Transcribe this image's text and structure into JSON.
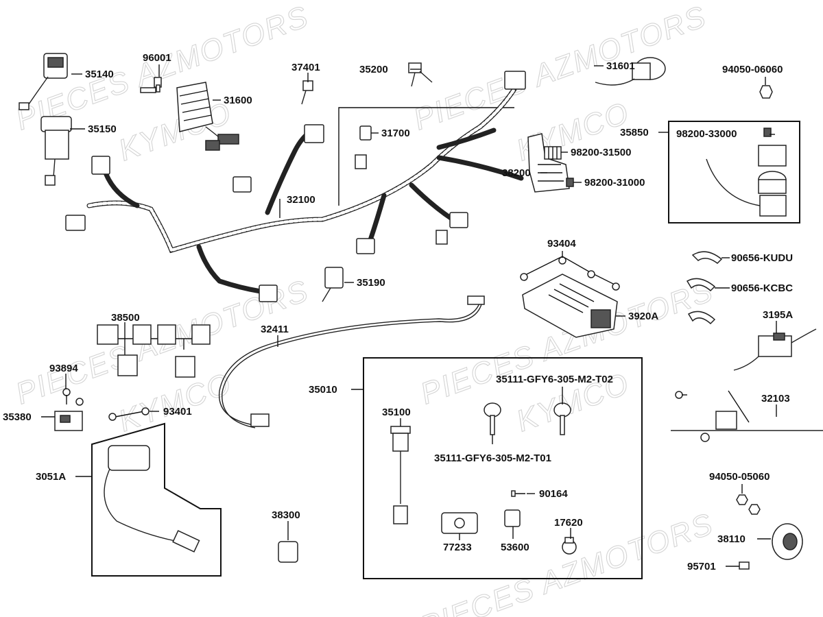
{
  "watermarks": [
    "PIECES AZMOTORS",
    "KYMCO"
  ],
  "labels": {
    "p35140": "35140",
    "p96001": "96001",
    "p37401": "37401",
    "p35200": "35200",
    "p31601": "31601",
    "p94050_06060": "94050-06060",
    "p31600": "31600",
    "p35150": "35150",
    "p31700": "31700",
    "p35850": "35850",
    "p98200_33000": "98200-33000",
    "p98200_31500": "98200-31500",
    "p38200": "38200",
    "p98200_31000": "98200-31000",
    "p32100": "32100",
    "p93404": "93404",
    "p90656_kudu": "90656-KUDU",
    "p35190": "35190",
    "p90656_kcbc": "90656-KCBC",
    "p3920a": "3920A",
    "p38500": "38500",
    "p32411": "32411",
    "p3195a": "3195A",
    "p93894": "93894",
    "p35010": "35010",
    "p35111_t02": "35111-GFY6-305-M2-T02",
    "p32103": "32103",
    "p35380": "35380",
    "p93401": "93401",
    "p35100": "35100",
    "p35111_t01": "35111-GFY6-305-M2-T01",
    "p3051a": "3051A",
    "p94050_05060": "94050-05060",
    "p90164": "90164",
    "p38300": "38300",
    "p17620": "17620",
    "p38110": "38110",
    "p77233": "77233",
    "p53600": "53600",
    "p95701": "95701"
  }
}
